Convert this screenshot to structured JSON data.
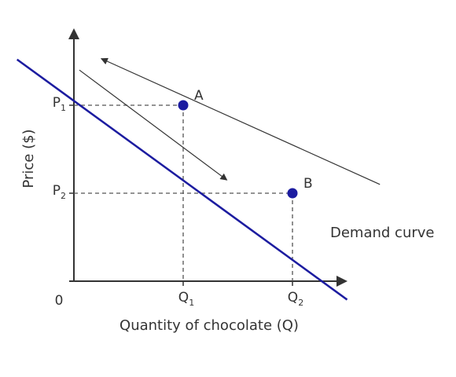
{
  "chart_data": {
    "type": "line",
    "title": "",
    "xlabel": "Quantity of chocolate (Q)",
    "ylabel": "Price ($)",
    "origin_label": "0",
    "x_ticks": [
      {
        "base": "Q",
        "sub": "1",
        "value": 1
      },
      {
        "base": "Q",
        "sub": "2",
        "value": 2
      }
    ],
    "y_ticks": [
      {
        "base": "P",
        "sub": "1",
        "value": 2
      },
      {
        "base": "P",
        "sub": "2",
        "value": 1
      }
    ],
    "series": [
      {
        "name": "Demand curve",
        "x": [
          -0.52,
          2.5
        ],
        "y": [
          2.52,
          -0.21
        ],
        "color": "#1c1ca0"
      }
    ],
    "points": [
      {
        "label": "A",
        "x": 1,
        "y": 2,
        "color": "#1c1ca0"
      },
      {
        "label": "B",
        "x": 2,
        "y": 1,
        "color": "#1c1ca0"
      }
    ],
    "movement_arrows": [
      {
        "from": [
          0.05,
          2.4
        ],
        "to": [
          1.4,
          1.15
        ],
        "direction": "down-right"
      },
      {
        "from": [
          2.8,
          1.1
        ],
        "to": [
          0.25,
          2.53
        ],
        "direction": "up-left"
      }
    ],
    "grid": false,
    "xlim": [
      0,
      2.7
    ],
    "ylim": [
      0,
      2.4
    ],
    "colors": {
      "curve": "#1c1ca0",
      "axes": "#333333",
      "guides": "#555555"
    }
  }
}
